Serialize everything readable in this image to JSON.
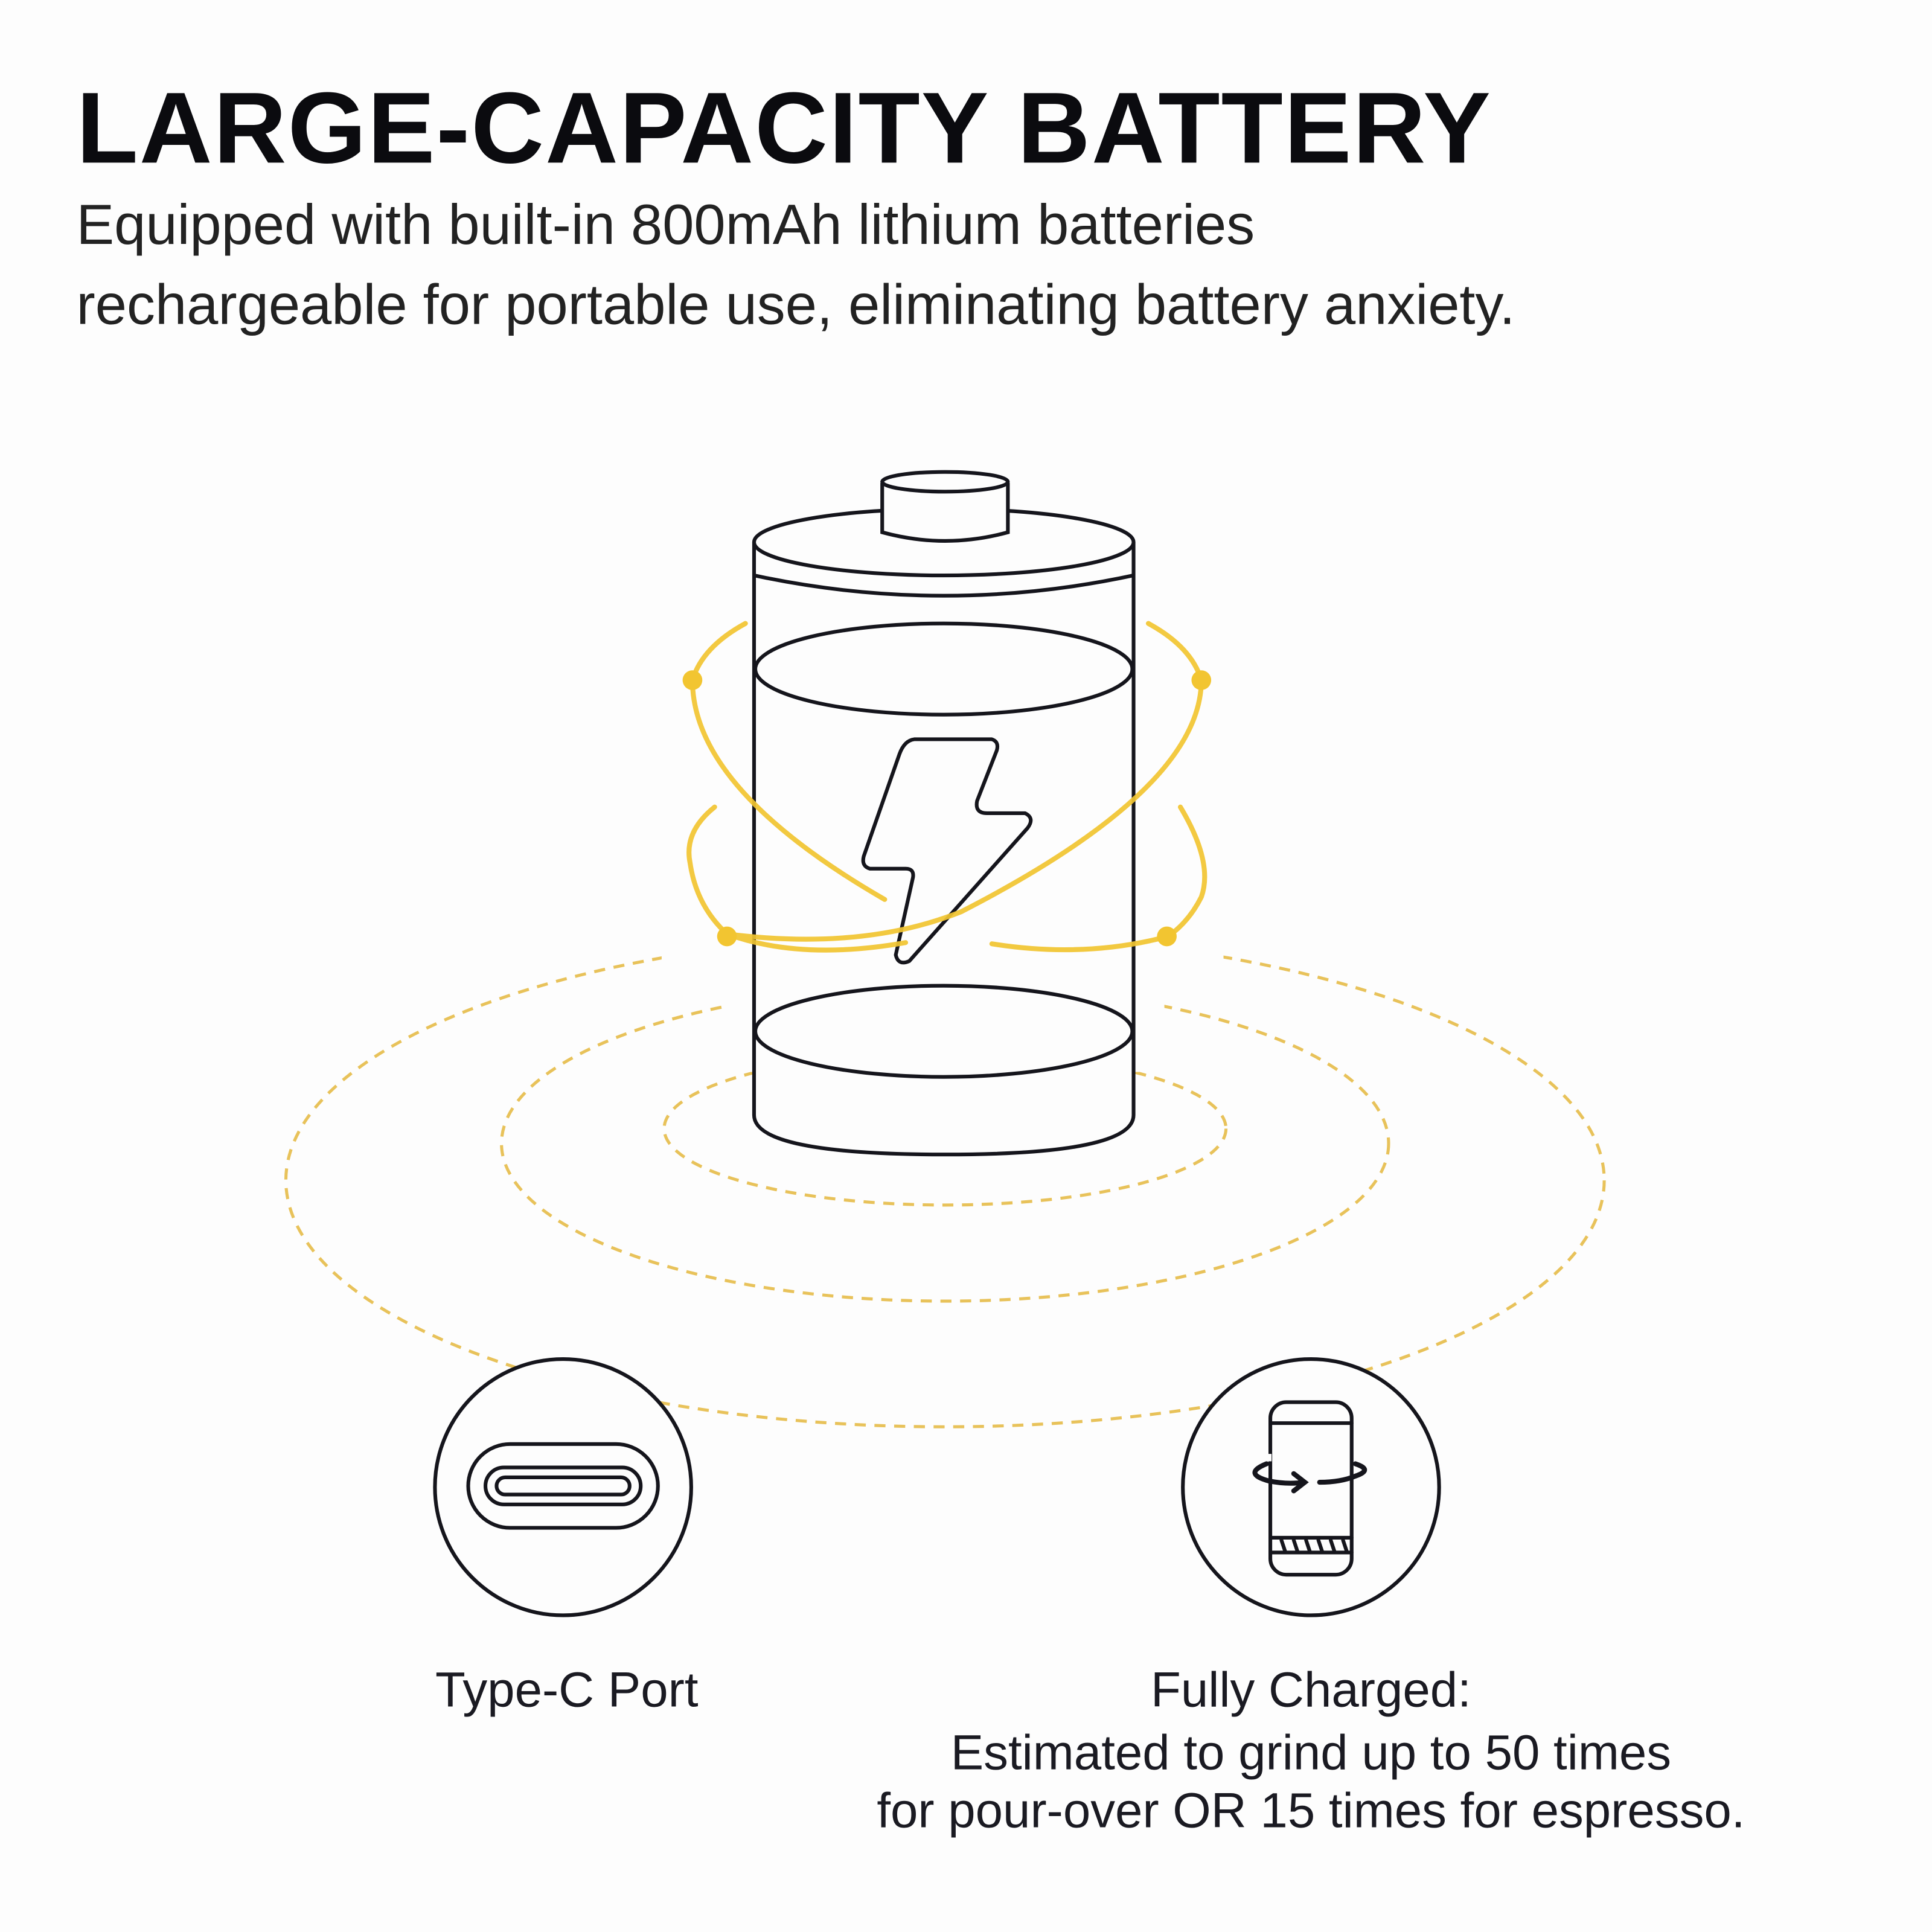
{
  "header": {
    "title": "LARGE-CAPACITY BATTERY",
    "subtitle_line1": "Equipped with built-in 800mAh lithium batteries",
    "subtitle_line2": "rechargeable for portable use, eliminating battery anxiety."
  },
  "features": [
    {
      "icon": "usb-c-port-icon",
      "label": "Type-C Port"
    },
    {
      "icon": "phone-rotate-icon",
      "label": "Fully Charged:",
      "line2": "Estimated to grind up to 50 times",
      "line3": "for pour-over OR 15 times for espresso."
    }
  ],
  "colors": {
    "accent": "#f2c531",
    "dashed": "#e8c25a",
    "ink": "#15151c"
  }
}
